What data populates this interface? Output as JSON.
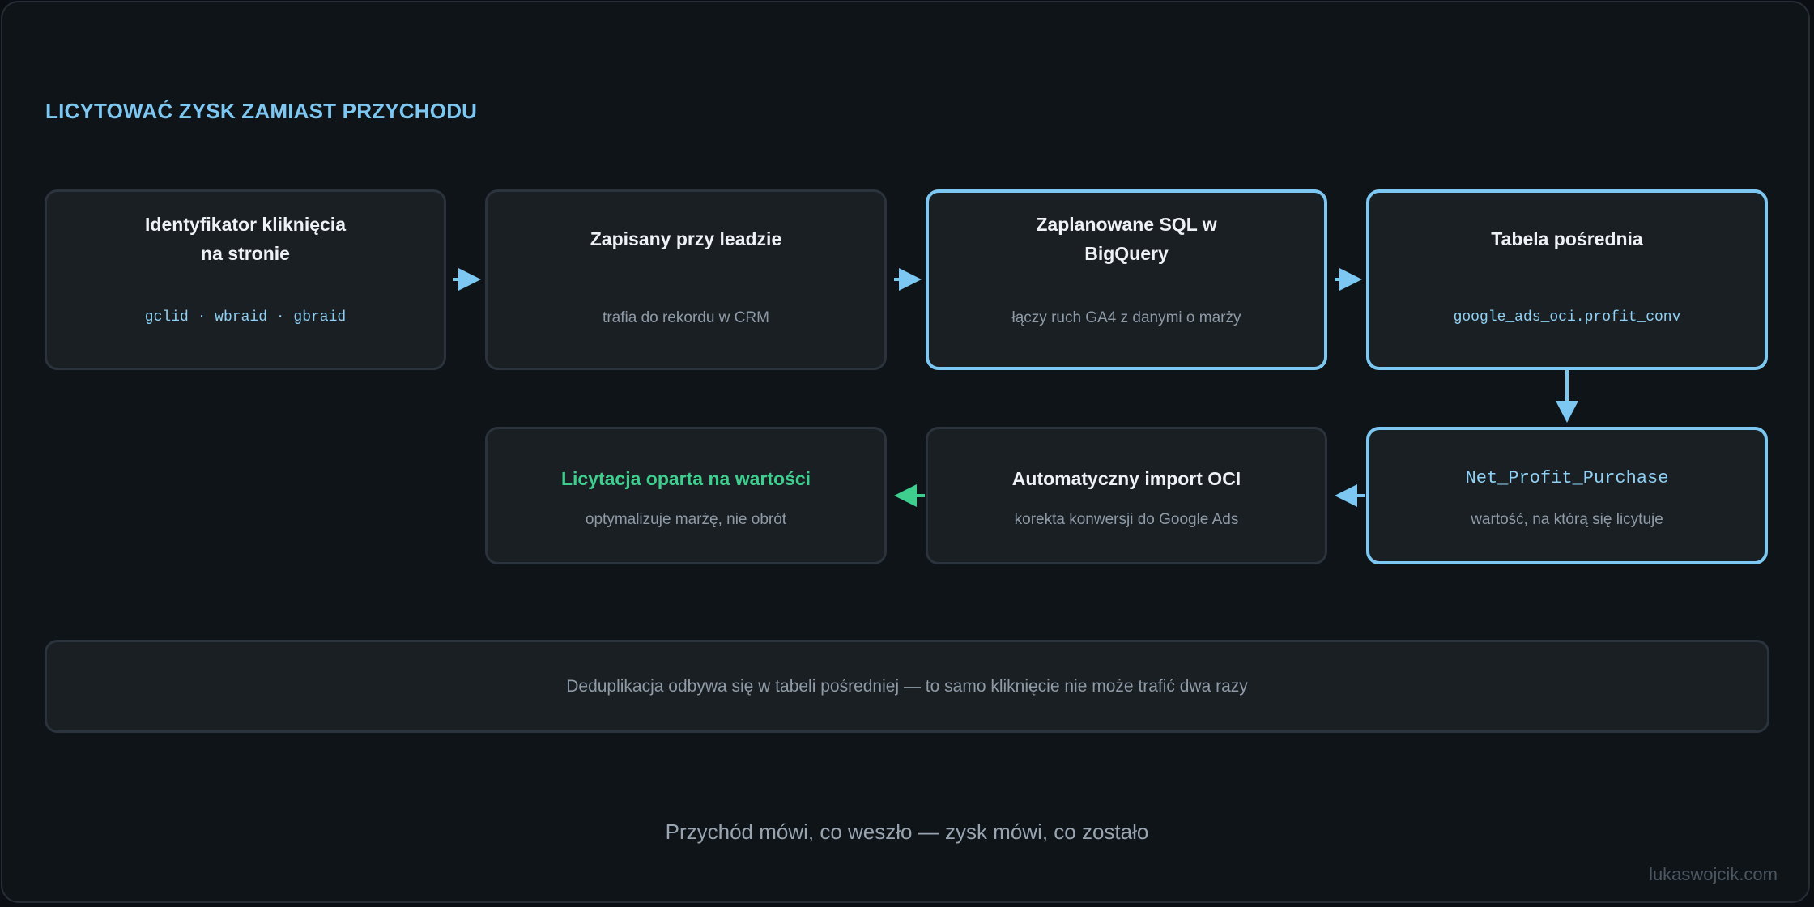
{
  "title": "LICYTOWAĆ ZYSK ZAMIAST PRZYCHODU",
  "steps": [
    {
      "title_line1": "Identyfikator kliknięcia",
      "title_line2": "na stronie",
      "sub": "gclid · wbraid · gbraid"
    },
    {
      "title": "Zapisany przy leadzie",
      "sub": "trafia do rekordu w CRM"
    },
    {
      "title_line1": "Zaplanowane SQL w",
      "title_line2": "BigQuery",
      "sub": "łączy ruch GA4 z danymi o marży"
    },
    {
      "title": "Tabela pośrednia",
      "sub": "google_ads_oci.profit_conv"
    },
    {
      "title": "Net_Profit_Purchase",
      "sub": "wartość, na którą się licytuje"
    },
    {
      "title": "Automatyczny import OCI",
      "sub": "korekta konwersji do Google Ads"
    },
    {
      "title": "Licytacja oparta na wartości",
      "sub": "optymalizuje marżę, nie obrót"
    }
  ],
  "note": "Deduplikacja odbywa się w tabeli pośredniej — to samo kliknięcie nie może trafić dwa razy",
  "tagline": "Przychód mówi, co weszło — zysk mówi, co zostało",
  "credit": "lukaswojcik.com",
  "colors": {
    "accent": "#7cc8f2",
    "success": "#3ecf8e",
    "background": "#0f1419",
    "box": "#1a1f24",
    "border": "#2b333c"
  }
}
